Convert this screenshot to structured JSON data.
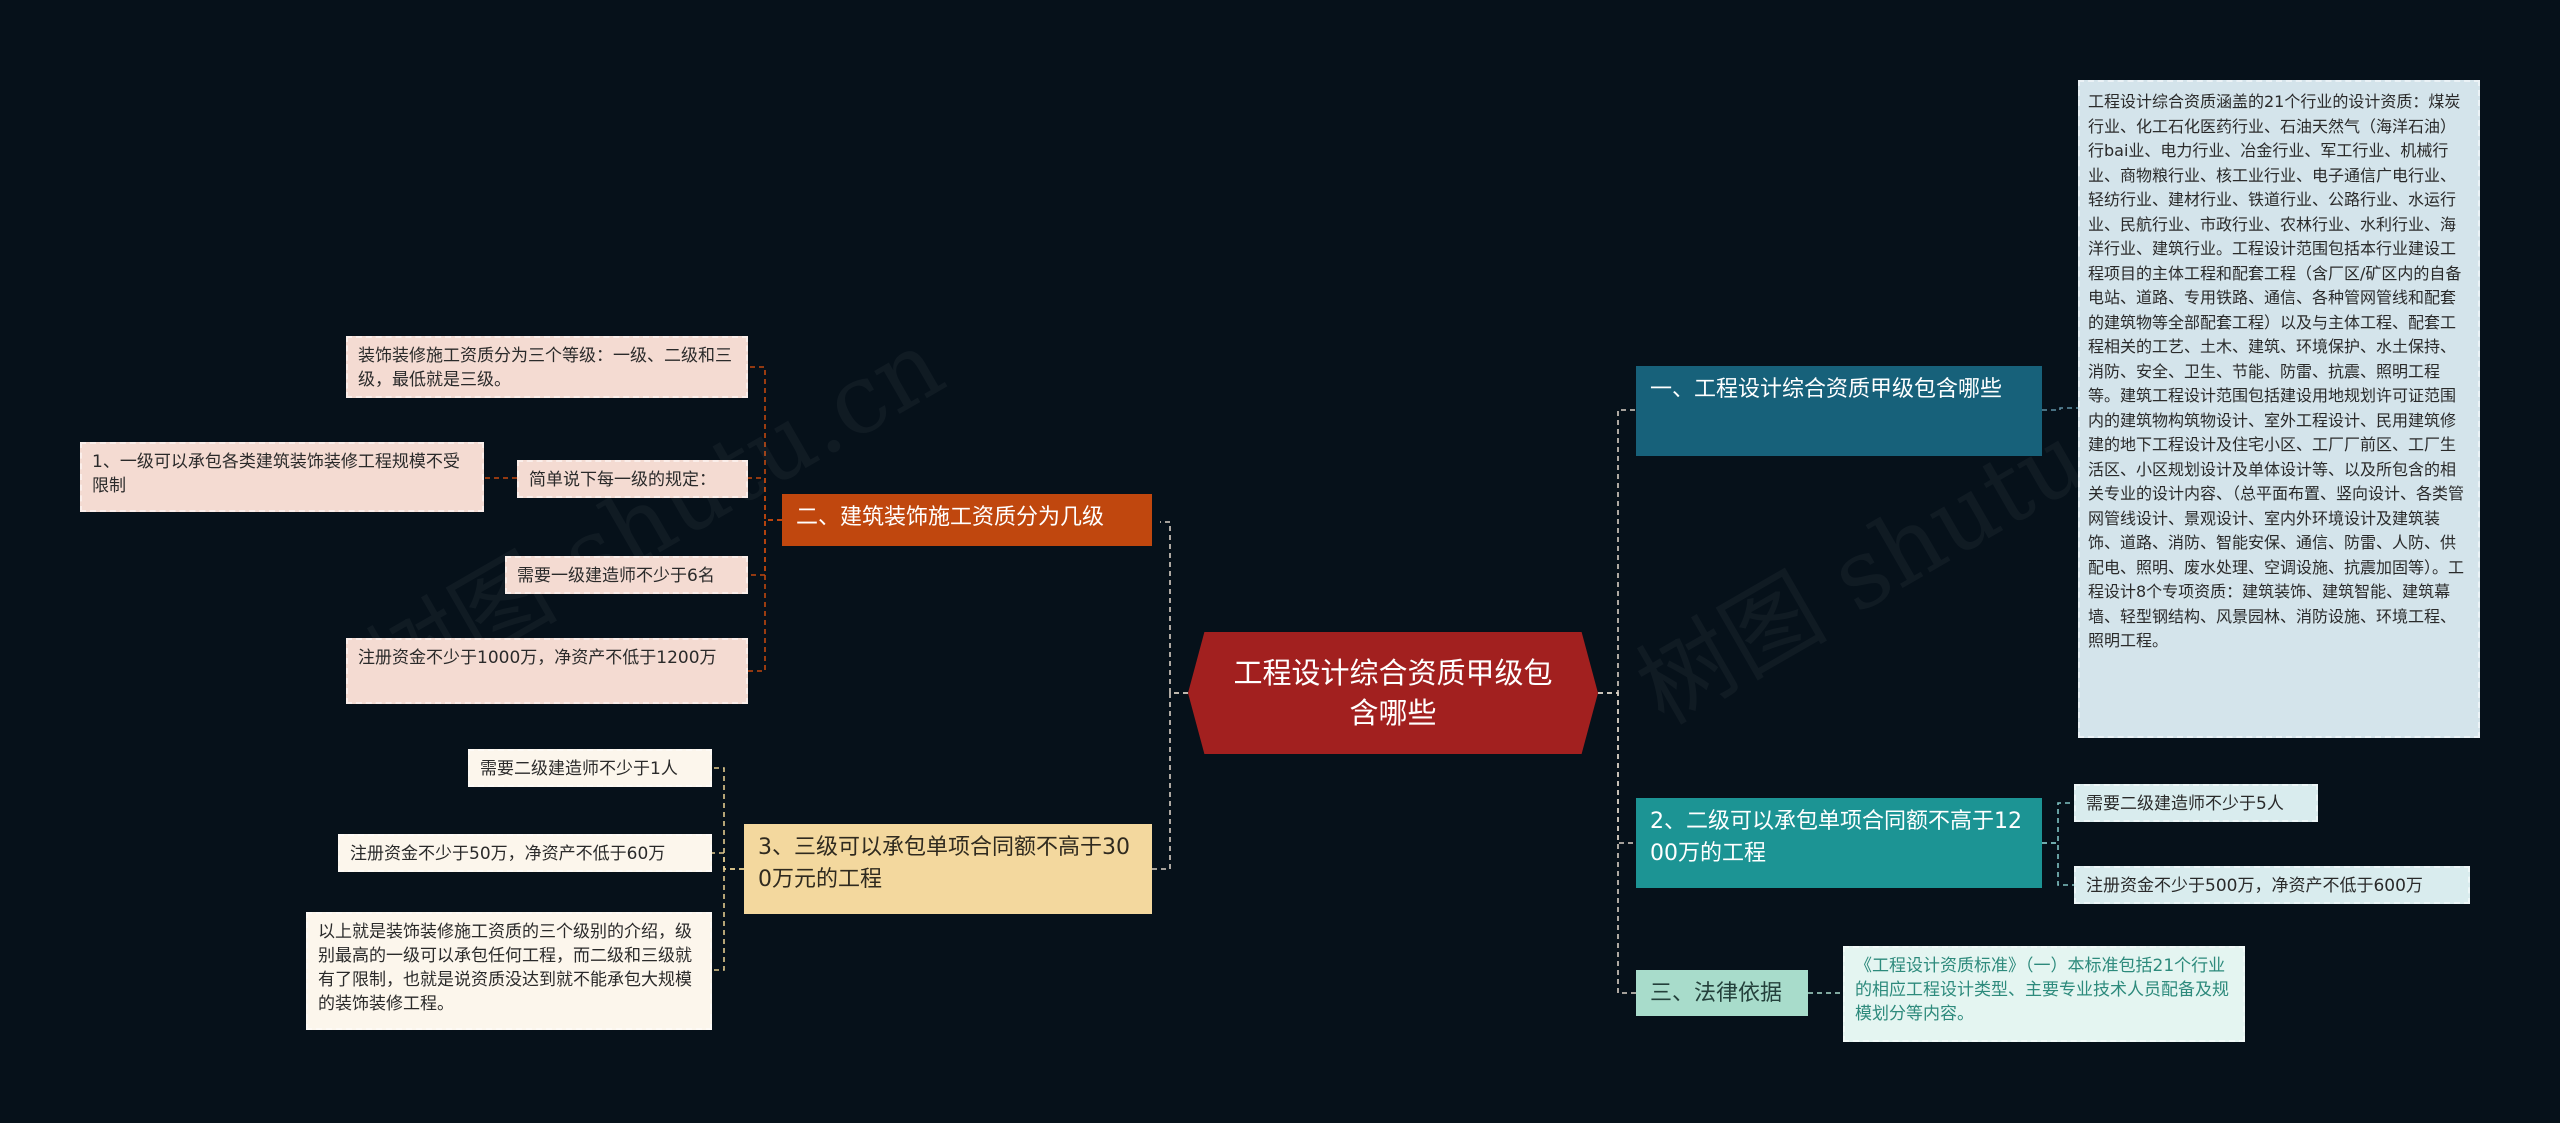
{
  "center": {
    "label": "工程设计综合资质甲级包含哪些"
  },
  "watermark": {
    "text": "树图 shutu.cn"
  },
  "colors": {
    "background": "#06111a",
    "center": "#a2201f",
    "branch_orange": "#c0470e",
    "branch_tan": "#f3d89e",
    "branch_navy": "#17617a",
    "branch_teal": "#1c9494",
    "branch_mint": "#a8dccb"
  },
  "left": {
    "branch_levels": {
      "label": "二、建筑装饰施工资质分为几级",
      "leaf_three_levels": "装饰装修施工资质分为三个等级：一级、二级和三级，最低就是三级。",
      "leaf_brief": "简单说下每一级的规定：",
      "leaf_first_scope": "1、一级可以承包各类建筑装饰装修工程规模不受限制",
      "leaf_builders_6": "需要一级建造师不少于6名",
      "leaf_capital_1000": "注册资金不少于1000万，净资产不低于1200万"
    },
    "branch_third": {
      "label": "3、三级可以承包单项合同额不高于300万元的工程",
      "leaf_builders_1": "需要二级建造师不少于1人",
      "leaf_capital_50": "注册资金不少于50万，净资产不低于60万",
      "leaf_summary": "以上就是装饰装修施工资质的三个级别的介绍，级别最高的一级可以承包任何工程，而二级和三级就有了限制，也就是说资质没达到就不能承包大规模的装饰装修工程。"
    }
  },
  "right": {
    "branch_scope": {
      "label": "一、工程设计综合资质甲级包含哪些",
      "leaf_detail": "工程设计综合资质涵盖的21个行业的设计资质：煤炭行业、化工石化医药行业、石油天然气（海洋石油）行bai业、电力行业、冶金行业、军工行业、机械行业、商物粮行业、核工业行业、电子通信广电行业、轻纺行业、建材行业、铁道行业、公路行业、水运行业、民航行业、市政行业、农林行业、水利行业、海洋行业、建筑行业。工程设计范围包括本行业建设工程项目的主体工程和配套工程（含厂区/矿区内的自备电站、道路、专用铁路、通信、各种管网管线和配套的建筑物等全部配套工程）以及与主体工程、配套工程相关的工艺、土木、建筑、环境保护、水土保持、消防、安全、卫生、节能、防雷、抗震、照明工程等。建筑工程设计范围包括建设用地规划许可证范围内的建筑物构筑物设计、室外工程设计、民用建筑修建的地下工程设计及住宅小区、工厂厂前区、工厂生活区、小区规划设计及单体设计等、以及所包含的相关专业的设计内容、（总平面布置、竖向设计、各类管网管线设计、景观设计、室内外环境设计及建筑装饰、道路、消防、智能安保、通信、防雷、人防、供配电、照明、废水处理、空调设施、抗震加固等）。工程设计8个专项资质：建筑装饰、建筑智能、建筑幕墙、轻型钢结构、风景园林、消防设施、环境工程、照明工程。"
    },
    "branch_second": {
      "label": "2、二级可以承包单项合同额不高于1200万的工程",
      "leaf_builders_5": "需要二级建造师不少于5人",
      "leaf_capital_500": "注册资金不少于500万，净资产不低于600万"
    },
    "branch_law": {
      "label": "三、法律依据",
      "leaf_standard": "《工程设计资质标准》（一）本标准包括21个行业的相应工程设计类型、主要专业技术人员配备及规模划分等内容。"
    }
  }
}
